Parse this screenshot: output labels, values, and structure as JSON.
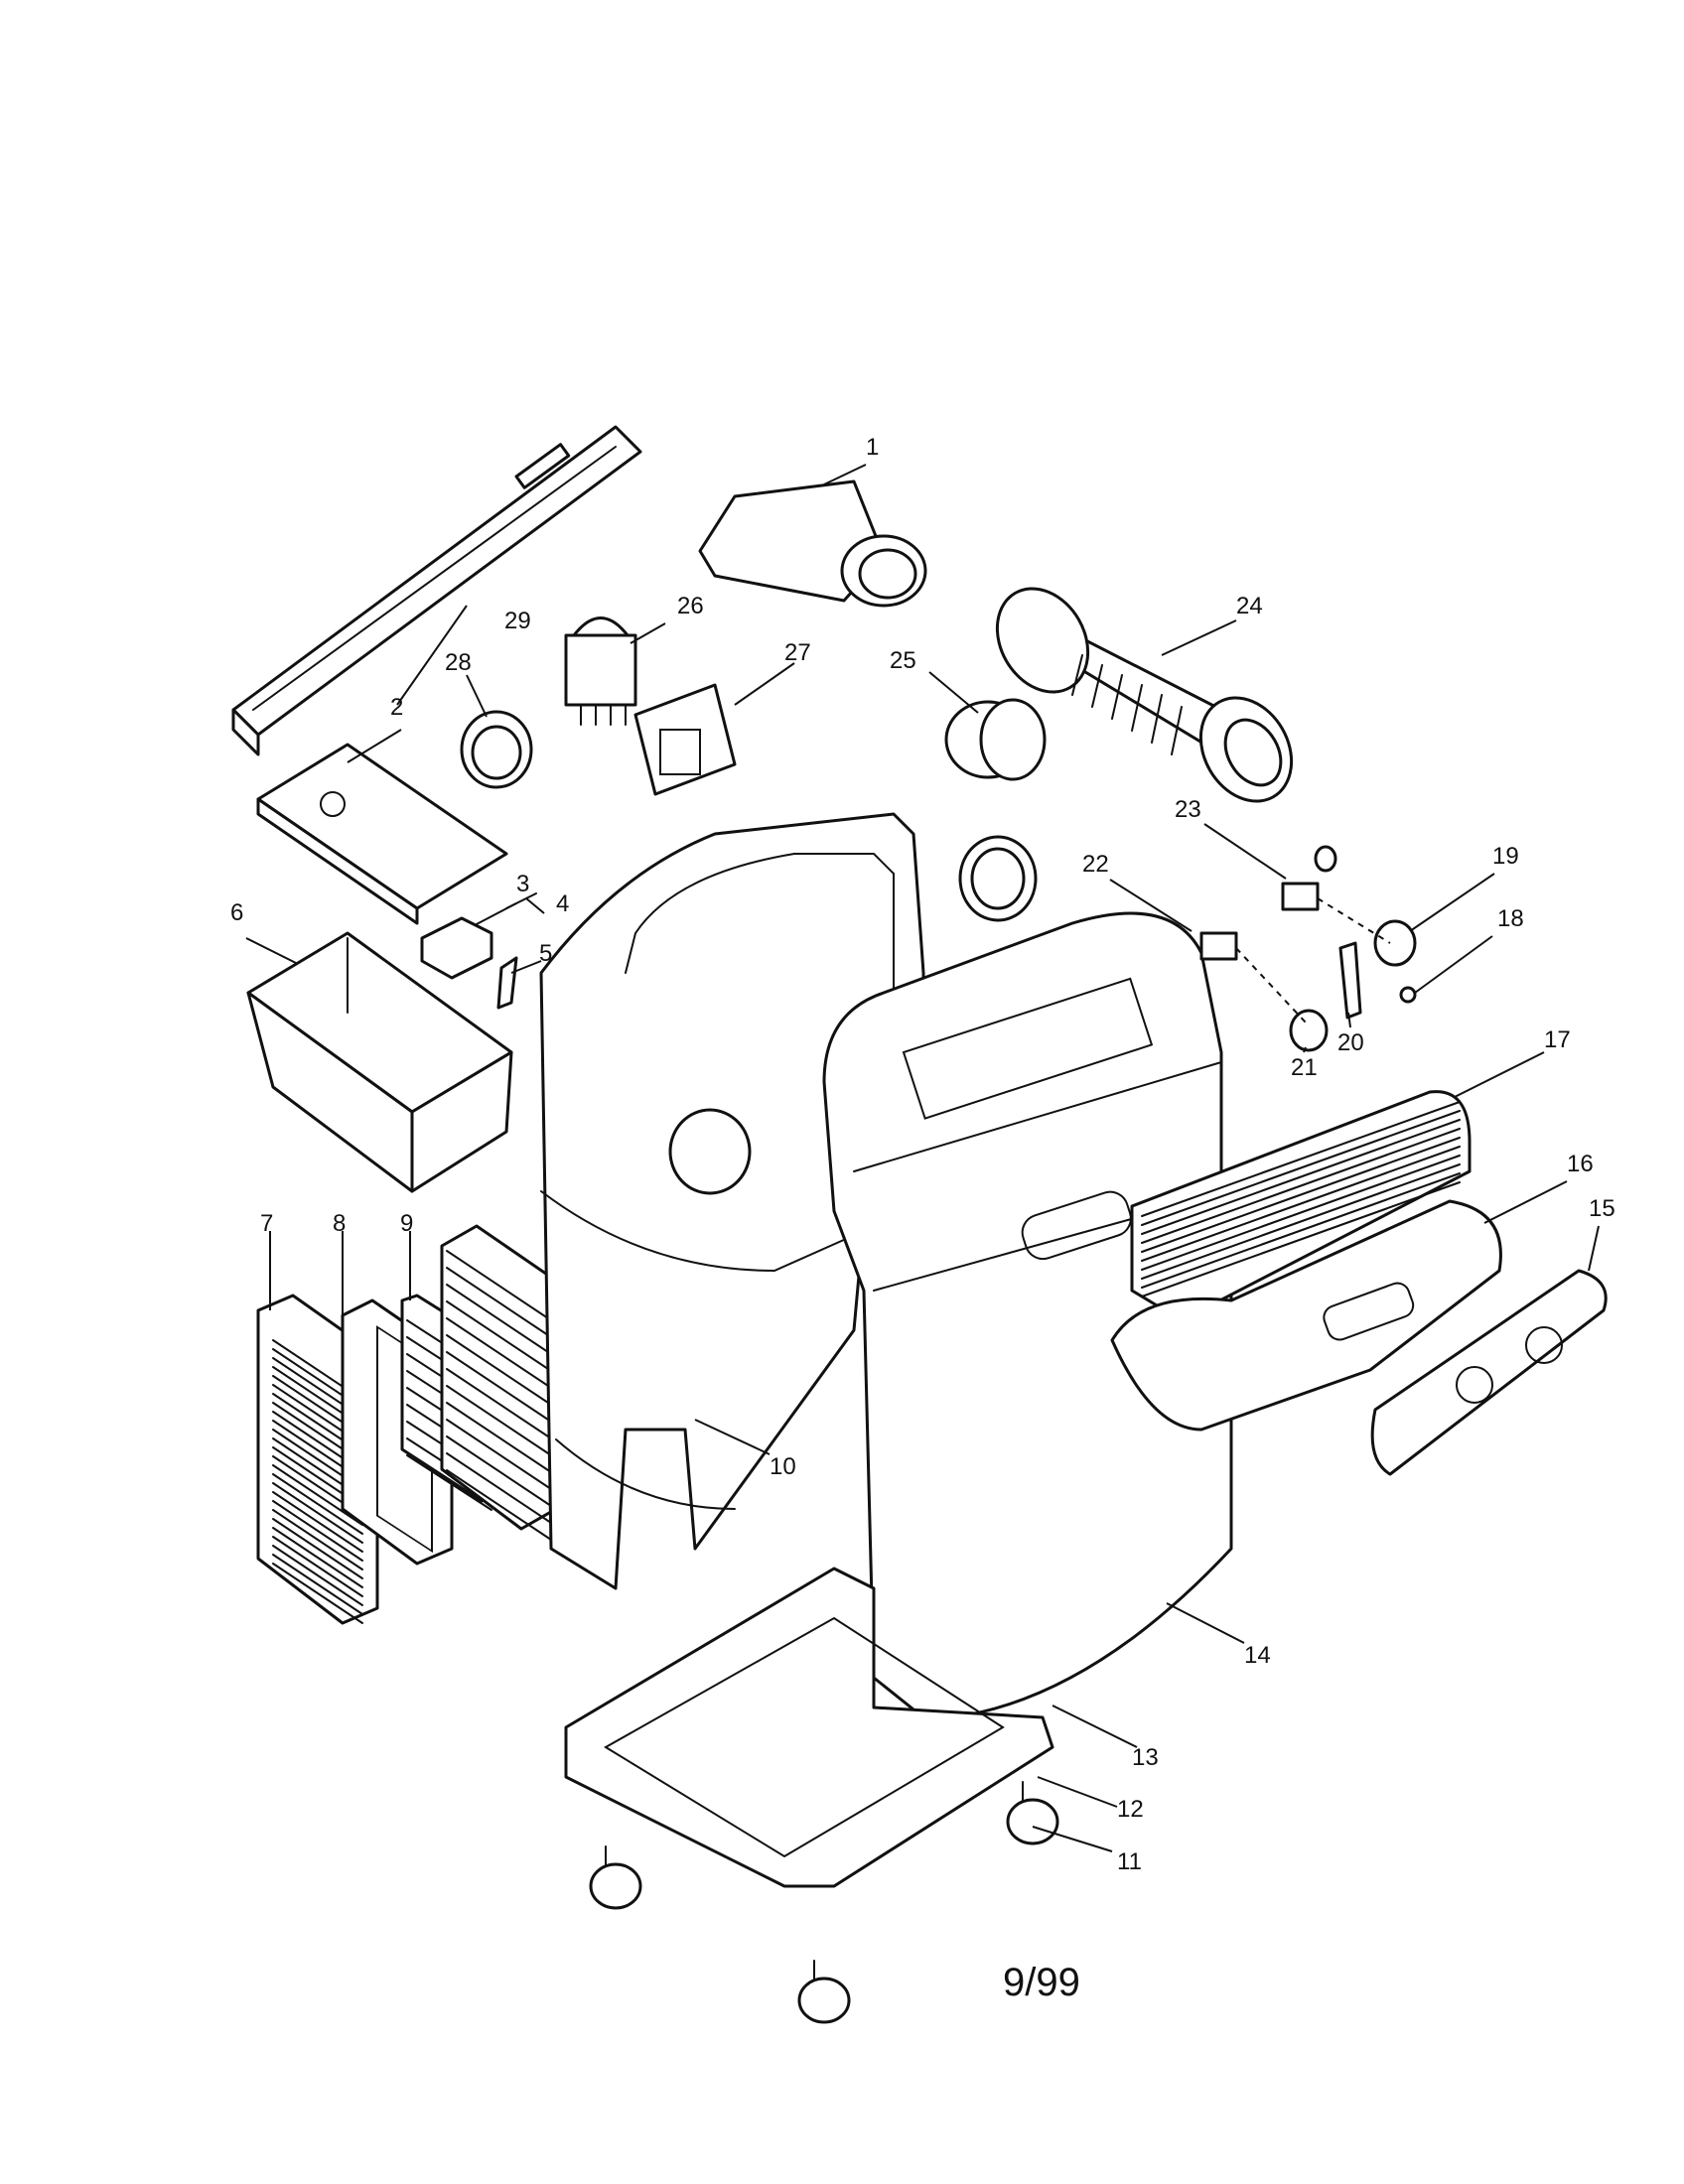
{
  "callouts": [
    "1",
    "2",
    "3",
    "4",
    "5",
    "6",
    "7",
    "8",
    "9",
    "10",
    "11",
    "12",
    "13",
    "14",
    "15",
    "16",
    "17",
    "18",
    "19",
    "20",
    "21",
    "22",
    "23",
    "24",
    "25",
    "26",
    "27",
    "28",
    "29"
  ],
  "footer": {
    "date_code": "9/99"
  },
  "colors": {
    "ink": "#111111",
    "paper": "#ffffff"
  }
}
